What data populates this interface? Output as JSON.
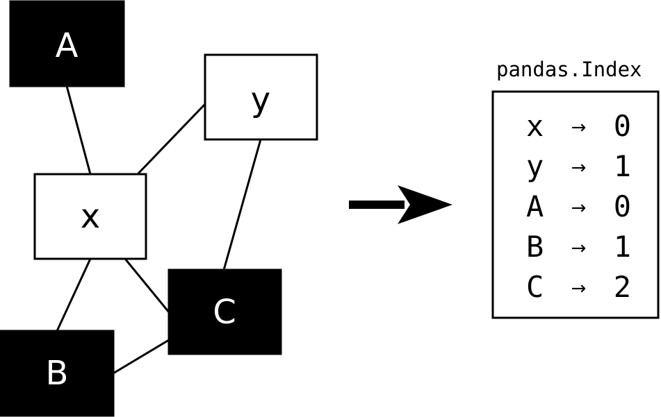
{
  "graph": {
    "nodes": {
      "A": {
        "label": "A",
        "style": "dark"
      },
      "y": {
        "label": "y",
        "style": "light"
      },
      "x": {
        "label": "x",
        "style": "light"
      },
      "C": {
        "label": "C",
        "style": "dark"
      },
      "B": {
        "label": "B",
        "style": "dark"
      }
    },
    "edges": [
      [
        "A",
        "x"
      ],
      [
        "x",
        "y"
      ],
      [
        "y",
        "C"
      ],
      [
        "x",
        "C"
      ],
      [
        "x",
        "B"
      ],
      [
        "B",
        "C"
      ]
    ]
  },
  "index_panel": {
    "title": "pandas.Index",
    "arrow_glyph": "→",
    "rows": [
      {
        "key": "x",
        "value": "0"
      },
      {
        "key": "y",
        "value": "1"
      },
      {
        "key": "A",
        "value": "0"
      },
      {
        "key": "B",
        "value": "1"
      },
      {
        "key": "C",
        "value": "2"
      }
    ]
  },
  "colors": {
    "dark_node_fill": "#000000",
    "light_node_fill": "#ffffff",
    "stroke": "#000000"
  }
}
